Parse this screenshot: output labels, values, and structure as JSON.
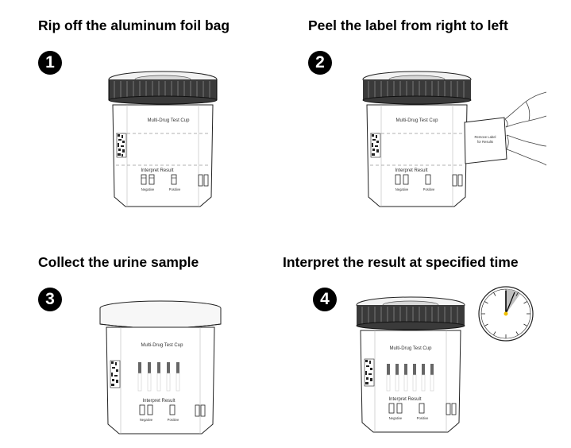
{
  "steps": [
    {
      "number": "1",
      "title": "Rip off the aluminum foil bag",
      "cup_label": "Multi-Drug Test Cup",
      "result_label": "Interpret Result",
      "negative_label": "Negative",
      "positive_label": "Positive"
    },
    {
      "number": "2",
      "title": "Peel the label from right to left",
      "cup_label": "Multi-Drug Test Cup",
      "result_label": "Interpret Result",
      "negative_label": "Negative",
      "positive_label": "Positive",
      "peel_label_line1": "Remove Label",
      "peel_label_line2": "for Results"
    },
    {
      "number": "3",
      "title": "Collect the urine sample",
      "cup_label": "Multi-Drug Test Cup",
      "result_label": "Interpret Result",
      "negative_label": "Negative",
      "positive_label": "Positive"
    },
    {
      "number": "4",
      "title": "Interpret the result at specified time",
      "cup_label": "Multi-Drug Test Cup",
      "result_label": "Interpret Result",
      "negative_label": "Negative",
      "positive_label": "Positive"
    }
  ],
  "icons": {
    "cup": "test-cup-icon",
    "hand": "hand-icon",
    "clock": "clock-icon",
    "qr": "qr-code-icon"
  }
}
